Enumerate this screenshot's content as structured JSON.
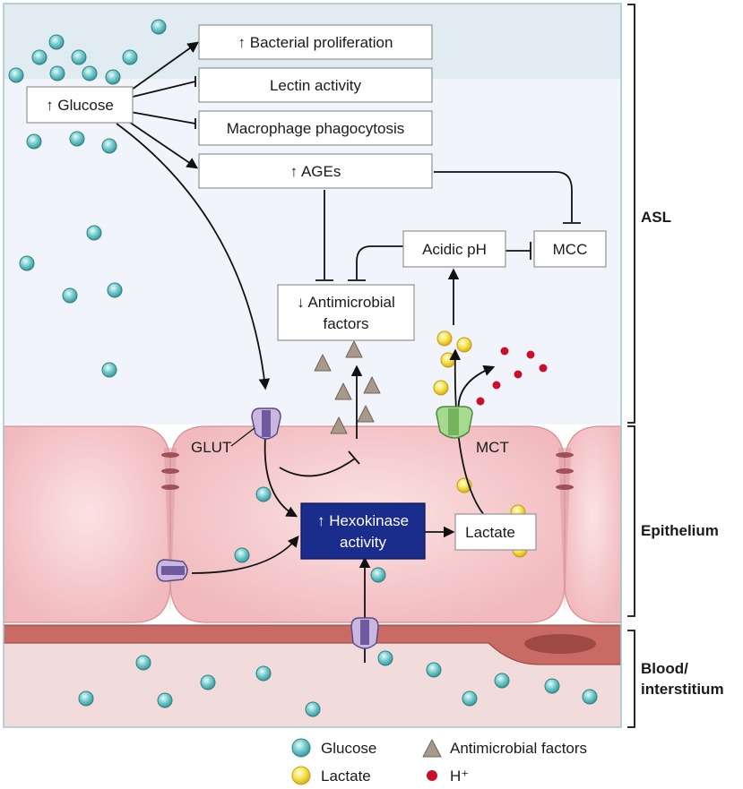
{
  "boxes": {
    "glucose": "↑ Glucose",
    "bacterial": "↑ Bacterial proliferation",
    "lectin": "Lectin activity",
    "macrophage": "Macrophage phagocytosis",
    "ages": "↑ AGEs",
    "acidic_ph": "Acidic pH",
    "mcc": "MCC",
    "antimicrobial_line1": "↓ Antimicrobial",
    "antimicrobial_line2": "factors",
    "hexokinase_line1": "↑ Hexokinase",
    "hexokinase_line2": "activity",
    "lactate": "Lactate"
  },
  "transporters": {
    "glut": "GLUT",
    "mct": "MCT"
  },
  "regions": {
    "asl": "ASL",
    "epithelium": "Epithelium",
    "blood_line1": "Blood/",
    "blood_line2": "interstitium"
  },
  "legend": {
    "glucose": "Glucose",
    "lactate": "Lactate",
    "antimicrobial": "Antimicrobial factors",
    "h_plus": "H⁺"
  },
  "colors": {
    "glucose": "#7ccfcf",
    "lactate": "#f6e24a",
    "antimicrobial": "#a8998a",
    "h_plus": "#c8102e",
    "hexokinase_box": "#1a2d8c",
    "epithelium": "#f4c2c6",
    "basement": "#c96a64",
    "blood": "#f2dcdb",
    "asl": "#f1f5fb",
    "asl_top": "#e1ebf2"
  }
}
